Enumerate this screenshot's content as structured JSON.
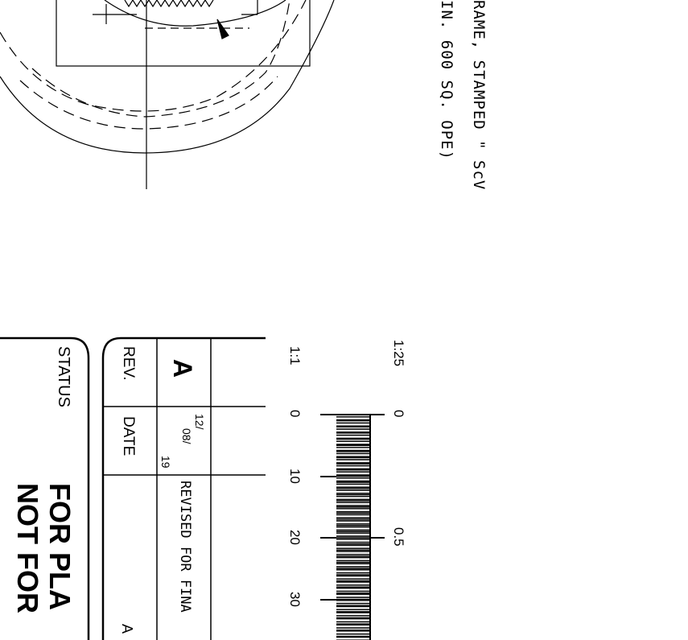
{
  "notes": {
    "line1": "RAME, STAMPED \" ScV",
    "line2": "IN. 600 SQ. OPE)"
  },
  "scale_bar": {
    "label_top": "1:25",
    "label_bottom": "1:1",
    "top_ticks": [
      "0",
      "0.5"
    ],
    "bottom_ticks": [
      "0",
      "10",
      "20",
      "30"
    ]
  },
  "revision_table": {
    "rev_letter": "A",
    "rev_date": "12/08/19",
    "rev_date_parts": [
      "12/",
      "08/",
      "19"
    ],
    "rev_description": "REVISED FOR FINA",
    "rev_approved": "A",
    "header_rev": "REV.",
    "header_date": "DATE"
  },
  "status_box": {
    "label": "STATUS",
    "line1": "FOR PLA",
    "line2": "NOT FOR"
  }
}
